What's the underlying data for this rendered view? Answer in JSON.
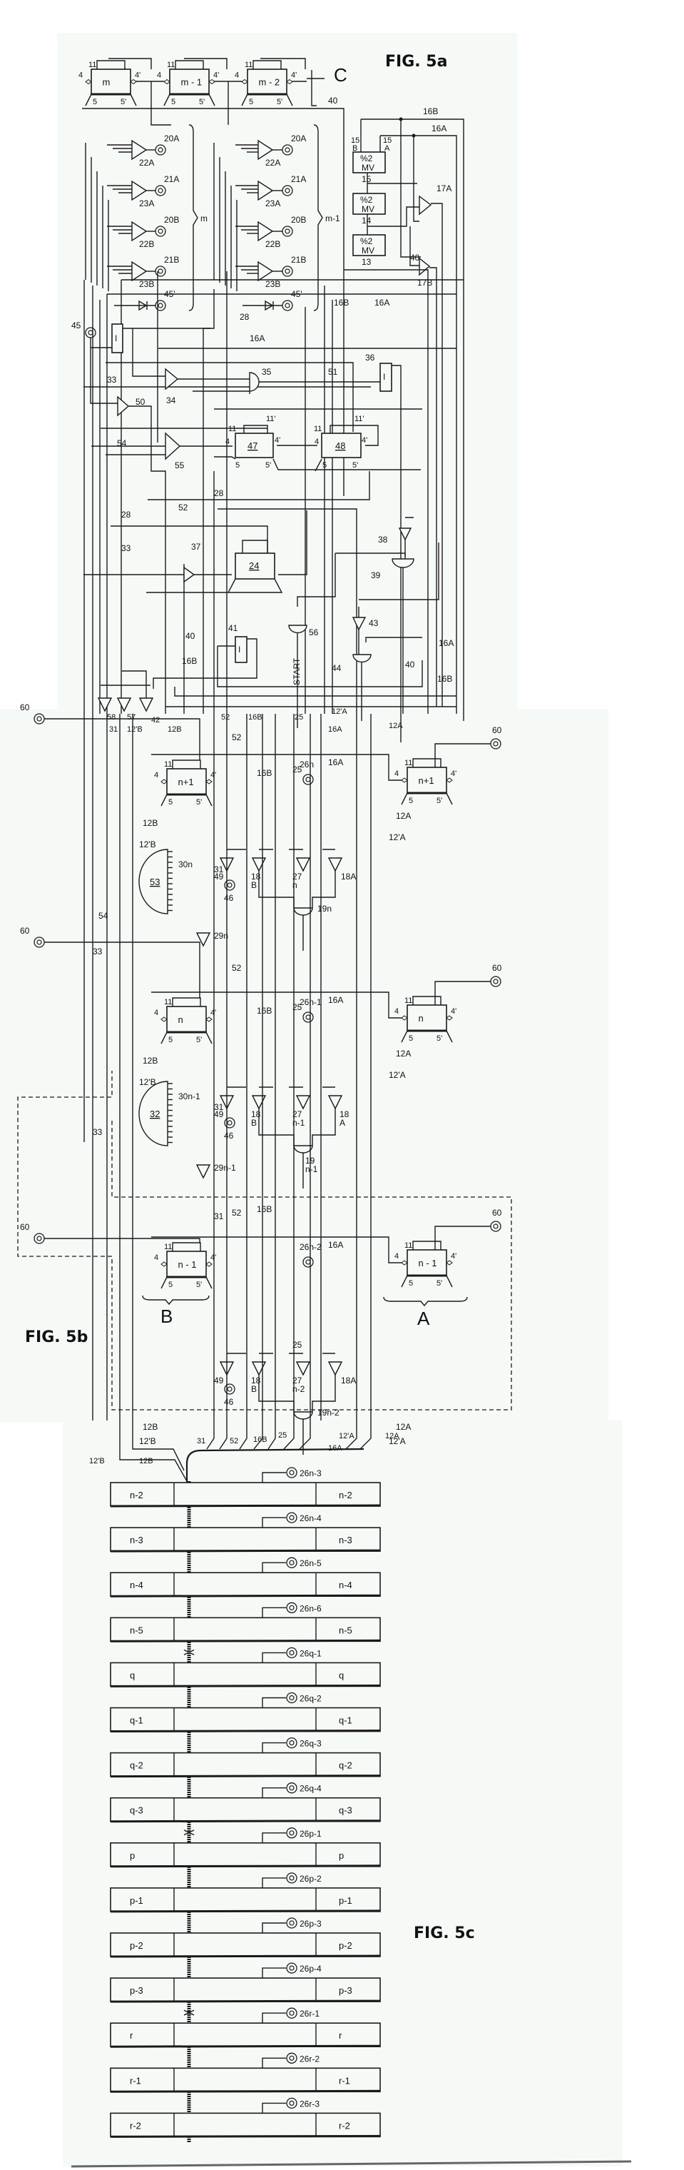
{
  "figures": {
    "fig5a": "FIG. 5a",
    "fig5b": "FIG. 5b",
    "fig5c": "FIG. 5c"
  },
  "fig5a": {
    "registers_top": [
      {
        "label": "m",
        "pins": {
          "p11": "11",
          "p4": "4",
          "p4p": "4'",
          "p5": "5",
          "p5p": "5'"
        }
      },
      {
        "label": "m - 1",
        "pins": {
          "p11": "11",
          "p4": "4",
          "p4p": "4'",
          "p5": "5",
          "p5p": "5'"
        }
      },
      {
        "label": "m - 2",
        "pins": {
          "p11": "11",
          "p4": "4",
          "p4p": "4'",
          "p5": "5",
          "p5p": "5'"
        }
      }
    ],
    "terminal_c": "C",
    "line_40": "40",
    "groups": [
      {
        "brace_label": "m",
        "lamps": [
          "20A",
          "21A",
          "20B",
          "21B",
          "45'"
        ],
        "gates": [
          "22A",
          "23A",
          "22B",
          "23B"
        ]
      },
      {
        "brace_label": "m-1",
        "lamps": [
          "20A",
          "21A",
          "20B",
          "21B",
          "45'"
        ],
        "gates": [
          "22A",
          "23A",
          "22B",
          "23B"
        ]
      }
    ],
    "multivibrators": [
      {
        "text_top": "%2",
        "text_bottom": "MV",
        "ref": "15"
      },
      {
        "text_top": "%2",
        "text_bottom": "MV",
        "ref": "14"
      },
      {
        "text_top": "%2",
        "text_bottom": "MV",
        "ref": "13"
      }
    ],
    "mv_outputs": {
      "b_top": "15",
      "b_bottom": "B",
      "a_top": "15",
      "a_bottom": "A"
    },
    "bus_labels": {
      "b16": "16B",
      "a16": "16A",
      "g17a": "17A",
      "g17b": "17B",
      "l40b": "40",
      "l16b2": "16B",
      "l16a2": "16A"
    },
    "control": {
      "lamp45": "45",
      "inv_left": "I",
      "inv_right": "I",
      "inv_right_ref": "36",
      "l28a": "28",
      "l16a": "16A",
      "l33a": "33",
      "g34": "34",
      "g35": "35",
      "l51": "51",
      "g50": "50",
      "l54": "54",
      "g55": "55",
      "reg47": "47",
      "reg48": "48",
      "pin11": "11",
      "pin11p": "11'",
      "pin4": "4",
      "pin4p": "4'",
      "pin5": "5",
      "pin5p": "5'",
      "l52": "52",
      "l28b": "28",
      "l28c": "28",
      "g38": "38",
      "l33b": "33",
      "g37": "37",
      "reg24": "24",
      "g39": "39",
      "l40c": "40",
      "inv41": "I",
      "ref41": "41",
      "g56": "56",
      "start": "START",
      "g43": "43",
      "g44": "44",
      "l16b3": "16B",
      "l16a3": "16A",
      "l40d": "40",
      "l16b4": "16B",
      "g58": "58",
      "g57": "57",
      "g42": "42",
      "l31": "31",
      "l12pb": "12'B",
      "l12b": "12B",
      "l52b": "52",
      "l16b5": "16B",
      "l25": "25",
      "l12pa": "12'A",
      "l16a5": "16A",
      "l12a": "12A"
    }
  },
  "fig5b": {
    "lamp60": "60",
    "stages": [
      {
        "left_reg": "n+1",
        "right_reg": "n+1",
        "lamp26": "26n",
        "counter": "53",
        "counter_out": "30n",
        "g49": "49",
        "lamp46": "46",
        "g18b_top": "18",
        "g18b_bot": "B",
        "g27_top": "27",
        "g27_bot": "n",
        "g18a": "18A",
        "g19": "19n",
        "g29": "29n",
        "l54": "54",
        "l33": "33",
        "l31": "31",
        "l12a": "12A",
        "l12pa": "12'A",
        "l12b": "12B",
        "l12pb": "12'B",
        "l52": "52",
        "l16b": "16B",
        "l25": "25",
        "l16a": "16A"
      },
      {
        "left_reg": "n",
        "right_reg": "n",
        "lamp26": "26n-1",
        "counter": "32",
        "counter_out": "30n-1",
        "g49": "49",
        "lamp46": "46",
        "g18b_top": "18",
        "g18b_bot": "B",
        "g27_top": "27",
        "g27_bot": "n-1",
        "g18a_top": "18",
        "g18a_bot": "A",
        "g19_top": "19",
        "g19_bot": "n-1",
        "g29": "29n-1",
        "l33": "33",
        "l31": "31",
        "l12a": "12A",
        "l12pa": "12'A",
        "l12b": "12B",
        "l12pb": "12'B",
        "l52": "52",
        "l16b": "16B",
        "l25": "25",
        "l16a": "16A"
      },
      {
        "left_reg": "n - 1",
        "right_reg": "n - 1",
        "lamp26": "26n-2",
        "g49": "49",
        "lamp46": "46",
        "g18b_top": "18",
        "g18b_bot": "B",
        "g27_top": "27",
        "g27_bot": "n-2",
        "g18a": "18A",
        "g19": "19n-2",
        "l31": "31",
        "l12a": "12A",
        "l12pa": "12'A",
        "l12b": "12B",
        "l12pb": "12'B",
        "l52": "52",
        "l16b": "16B",
        "l25": "25",
        "l16a": "16A",
        "brace_b": "B",
        "brace_a": "A"
      }
    ],
    "pins": {
      "p11": "11",
      "p4": "4",
      "p4p": "4'",
      "p5": "5",
      "p5p": "5'"
    },
    "cable_labels": [
      "12'B",
      "12B",
      "31",
      "52",
      "16B",
      "25",
      "16A",
      "12'A",
      "12A"
    ]
  },
  "fig5c": {
    "rows": [
      {
        "left": "n-2",
        "right": "n-2",
        "lamp": "26n-3"
      },
      {
        "left": "n-3",
        "right": "n-3",
        "lamp": "26n-4"
      },
      {
        "left": "n-4",
        "right": "n-4",
        "lamp": "26n-5"
      },
      {
        "left": "n-5",
        "right": "n-5",
        "lamp": "26n-6"
      },
      {
        "left": "q",
        "right": "q",
        "lamp": "26q-1"
      },
      {
        "left": "q-1",
        "right": "q-1",
        "lamp": "26q-2"
      },
      {
        "left": "q-2",
        "right": "q-2",
        "lamp": "26q-3"
      },
      {
        "left": "q-3",
        "right": "q-3",
        "lamp": "26q-4"
      },
      {
        "left": "p",
        "right": "p",
        "lamp": "26p-1"
      },
      {
        "left": "p-1",
        "right": "p-1",
        "lamp": "26p-2"
      },
      {
        "left": "p-2",
        "right": "p-2",
        "lamp": "26p-3"
      },
      {
        "left": "p-3",
        "right": "p-3",
        "lamp": "26p-4"
      },
      {
        "left": "r",
        "right": "r",
        "lamp": "26r-1"
      },
      {
        "left": "r-1",
        "right": "r-1",
        "lamp": "26r-2"
      },
      {
        "left": "r-2",
        "right": "r-2",
        "lamp": "26r-3"
      }
    ],
    "breaks_after": [
      "n-5",
      "q-3",
      "p-3"
    ]
  }
}
